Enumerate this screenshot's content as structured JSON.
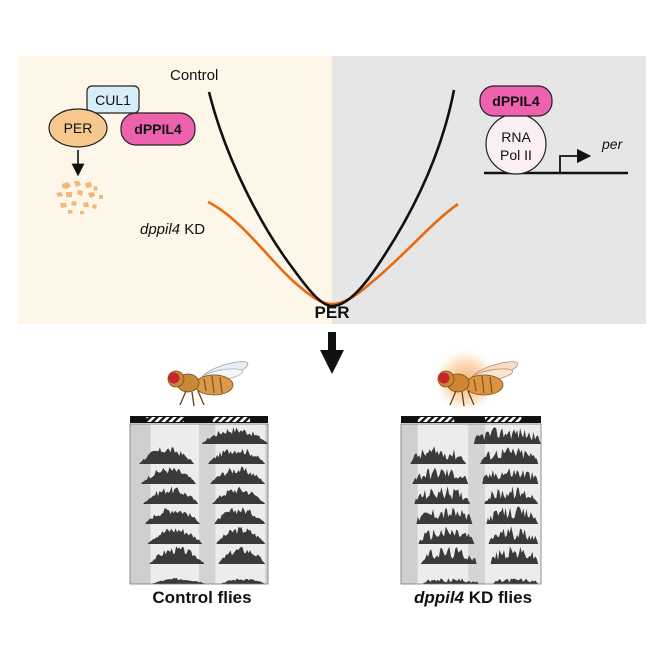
{
  "top_panel": {
    "control_label": "Control",
    "kd_label_gene": "dppil4",
    "kd_label_suffix": " KD",
    "curve_axis_label": "PER",
    "left": {
      "cul1": "CUL1",
      "per": "PER",
      "dppil4": "dPPIL4"
    },
    "right": {
      "dppil4": "dPPIL4",
      "rna_pol_line1": "RNA",
      "rna_pol_line2": "Pol II",
      "gene": "per"
    }
  },
  "bottom": {
    "left_caption": "Control flies",
    "right_caption_gene": "dppil4",
    "right_caption_suffix": " KD flies"
  },
  "colors": {
    "left_bg": "#fdf6e9",
    "right_bg": "#e6e6e6",
    "control_curve": "#111111",
    "kd_curve": "#e86b12",
    "dppil4_fill": "#ee62ad",
    "cul1_fill": "#d7edf8",
    "per_fill": "#f7c88e",
    "fragment": "#f2b875",
    "rna_fill": "#fbeef5",
    "fly_glow": "#f5a55a"
  },
  "icons": {
    "arrow": "down-arrow-icon",
    "fly": "fruit-fly-icon",
    "promoter": "bent-arrow-icon"
  }
}
